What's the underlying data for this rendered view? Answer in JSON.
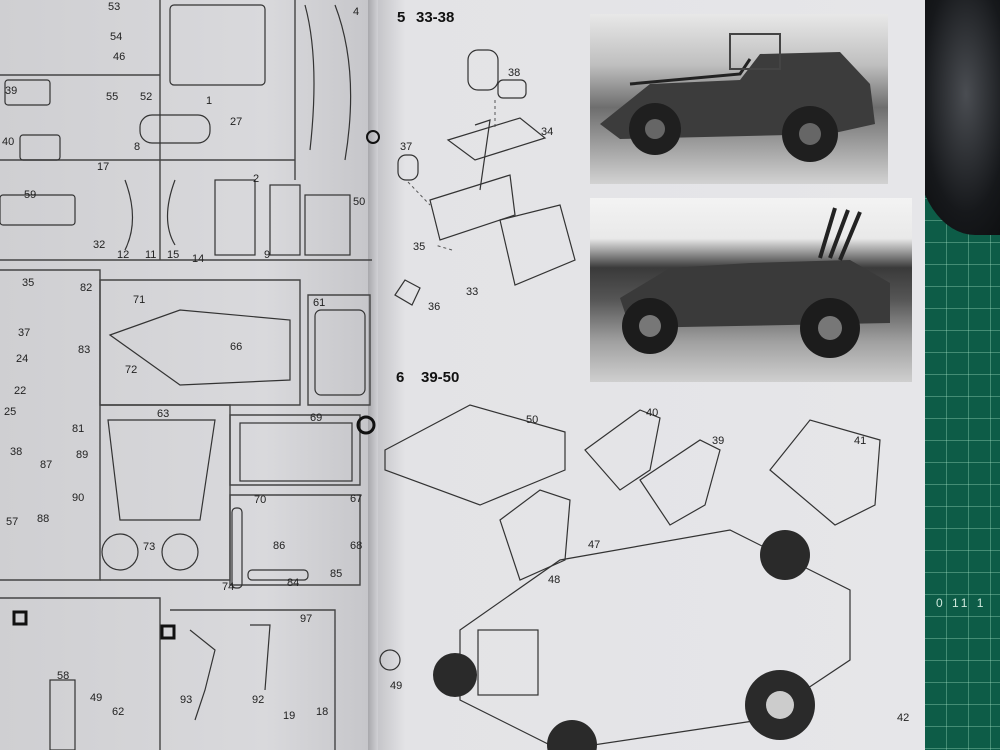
{
  "right_page": {
    "step5": {
      "num": "5",
      "range": "33-38"
    },
    "step6": {
      "num": "6",
      "range": "39-50"
    }
  },
  "step5_labels": [
    "38",
    "34",
    "37",
    "35",
    "33",
    "36"
  ],
  "step6_labels": [
    "50",
    "40",
    "39",
    "41",
    "47",
    "48",
    "49",
    "42"
  ],
  "sprue_labels": [
    "53",
    "54",
    "46",
    "55",
    "52",
    "1",
    "4",
    "39",
    "40",
    "17",
    "8",
    "27",
    "2",
    "59",
    "32",
    "12",
    "11",
    "15",
    "14",
    "9",
    "50",
    "35",
    "82",
    "71",
    "61",
    "37",
    "83",
    "66",
    "24",
    "72",
    "22",
    "25",
    "63",
    "69",
    "81",
    "38",
    "87",
    "89",
    "90",
    "88",
    "57",
    "70",
    "67",
    "86",
    "68",
    "73",
    "85",
    "74",
    "84",
    "97",
    "58",
    "49",
    "62",
    "93",
    "92",
    "19",
    "18"
  ],
  "mat_scale": "0 11 1",
  "colors": {
    "mat": "#0d5c47",
    "paper": "#e4e4e7",
    "ink": "#222222"
  }
}
